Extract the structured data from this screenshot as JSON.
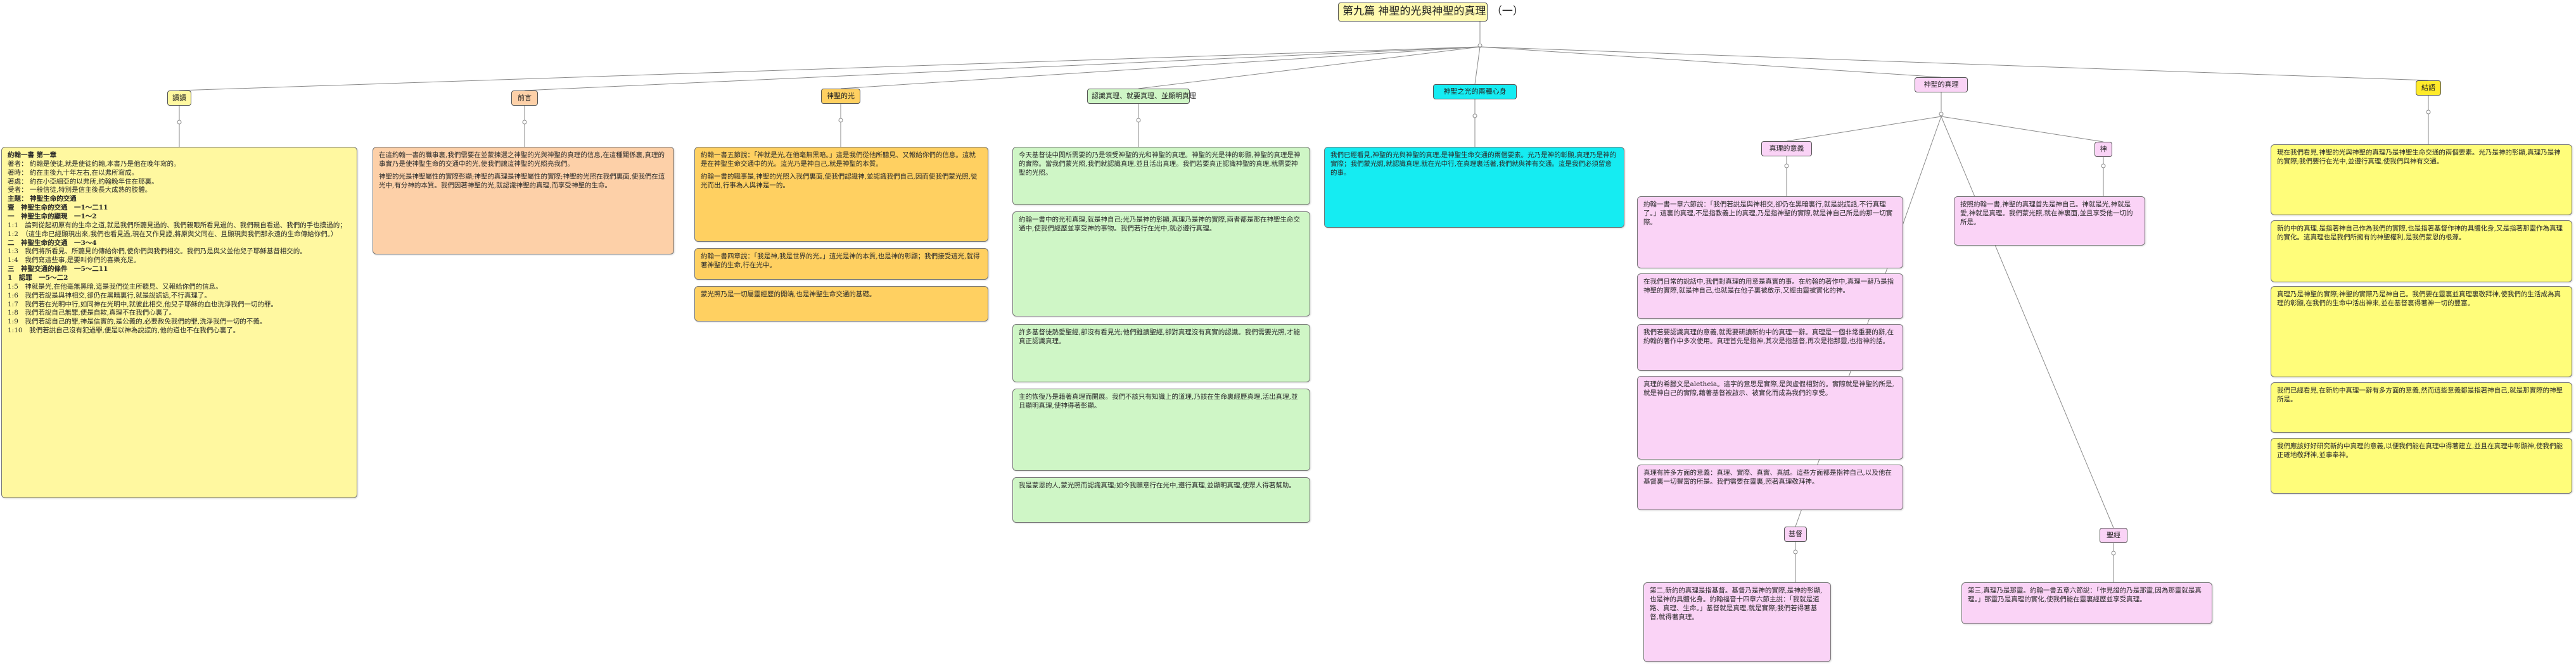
{
  "title": "第九篇 神聖的光與神聖的真理　（一）",
  "topics": [
    {
      "id": "t-yulai",
      "label": "讀讀"
    },
    {
      "id": "t-yanyan",
      "label": "前言"
    },
    {
      "id": "t-guang",
      "label": "神聖的光"
    },
    {
      "id": "t-jingguo",
      "label": "認識真理、就要真理、並顯明真理"
    },
    {
      "id": "t-yesu",
      "label": "神聖之光的兩種心身"
    },
    {
      "id": "t-zhenli",
      "label": "神聖的真理"
    },
    {
      "id": "t-jielun",
      "label": "結語"
    }
  ],
  "subtopics": {
    "zhenli_main": "真理的意義",
    "shen": "神",
    "jidu": "基督",
    "shengjing": "聖經"
  },
  "boxes": {
    "yulai": {
      "heading": "約翰一書 第一章",
      "lines": [
        "著者： 約翰是使徒,就是使徒約翰,本書乃是他在晚年寫的。",
        "著時： 約在主後九十年左右,在以弗所寫成。",
        "著處： 約在小亞細亞的以弗所,約翰晚年住在那裏。",
        "受者： 一般信徒,特別是信主後長大成熟的肢體。",
        "主題： 神聖生命的交通",
        "壹　神聖生命的交通　一1～二11",
        "一　神聖生命的顯現　一1～2",
        "1:1　論到從起初原有的生命之道,就是我們所聽見過的、我們親眼所看見過的、我們親自看過、我們的手也摸過的；",
        "1:2　（這生命已經顯現出來,我們也看見過,現在又作見證,將原與父同在、且顯現與我們那永遠的生命傳給你們。）",
        "二　神聖生命的交通　一3～4",
        "1:3　我們將所看見、所聽見的傳給你們,使你們與我們相交。我們乃是與父並他兒子耶穌基督相交的。",
        "1:4　我們寫這些事,是要叫你們的喜樂充足。",
        "三　神聖交通的條件　一5～二11",
        "1　認罪　一5～二2",
        "1:5　神就是光,在他毫無黑暗,這是我們從主所聽見、又報給你們的信息。",
        "1:6　我們若說是與神相交,卻仍在黑暗裏行,就是說謊話,不行真理了。",
        "1:7　我們若在光明中行,如同神在光明中,就彼此相交,他兒子耶穌的血也洗淨我們一切的罪。",
        "1:8　我們若說自己無罪,便是自欺,真理不在我們心裏了。",
        "1:9　我們若認自己的罪,神是信實的,是公義的,必要赦免我們的罪,洗淨我們一切的不義。",
        "1:10　我們若說自己沒有犯過罪,便是以神為說謊的,他的道也不在我們心裏了。"
      ]
    },
    "yanyan": [
      "在這約翰一書的職事裏,我們需要在並蒙揀選之神聖的光與神聖的真理的信息,在這種關係裏,真理的事實乃是使神聖生命的交通中的光,使我們讓這神聖的光照亮我們。",
      "神聖的光是神聖屬性的實際彰顯;神聖的真理是神聖屬性的實際;神聖的光照在我們裏面,使我們在這光中,有分神的本質。我們因著神聖的光,就認識神聖的真理,而享受神聖的生命。"
    ],
    "guang": [
      "約翰一書五節說：「神就是光,在他毫無黑暗。」這是我們從他所聽見、又報給你們的信息。這就是在神聖生命交通中的光。這光乃是神自己,就是神聖的本質。",
      "約翰一書的職事是,神聖的光照入我們裏面,使我們認識神,並認識我們自己,因而使我們蒙光照,從光而出,行事為人與神是一的。",
      "約翰一書四章說：「我是神,我是世界的光。」這光是神的本質,也是神的彰顯；我們接受這光,就得著神聖的生命,行在光中。",
      "蒙光照乃是一切屬靈經歷的開端,也是神聖生命交通的基礎。"
    ],
    "jingguo": [
      "今天基督徒中間所需要的乃是領受神聖的光和神聖的真理。神聖的光是神的彰顯,神聖的真理是神的實際。當我們蒙光照,我們就認識真理,並且活出真理。我們若要真正認識神聖的真理,就需要神聖的光照。",
      "約翰一書中的光和真理,就是神自己;光乃是神的彰顯,真理乃是神的實際,兩者都是那在神聖生命交通中,使我們經歷並享受神的事物。我們若行在光中,就必遵行真理。",
      "許多基督徒熱愛聖經,卻沒有看見光;他們雖讀聖經,卻對真理沒有真實的認識。我們需要光照,才能真正認識真理。",
      "主的恢復乃是藉著真理而開展。我們不該只有知識上的道理,乃該在生命裏經歷真理,活出真理,並且顯明真理,使神得著彰顯。",
      "我是蒙恩的人,蒙光照而認識真理;如今我願意行在光中,遵行真理,並顯明真理,使眾人得著幫助。"
    ],
    "yesu": [
      "我們已經看見,神聖的光與神聖的真理,是神聖生命交通的兩個要素。光乃是神的彰顯,真理乃是神的實際；我們蒙光照,就認識真理,就在光中行,在真理裏活著,我們就與神有交通。這是我們必須留意的事。"
    ],
    "zhenli_main": [
      "約翰一書一章六節說：「我們若說是與神相交,卻仍在黑暗裏行,就是說謊話,不行真理了。」這裏的真理,不是指教義上的真理,乃是指神聖的實際,就是神自己所是的那一切實際。",
      "在我們日常的說話中,我們對真理的用意是真實的事。在約翰的著作中,真理一辭乃是指神聖的實際,就是神自己,也就是在他子裏被啟示,又經由靈被實化的神。",
      "我們若要認識真理的意義,就需要研讀新約中的真理一辭。真理是一個非常重要的辭,在約翰的著作中多次使用。真理首先是指神,其次是指基督,再次是指那靈,也指神的話。",
      "真理的希臘文是aletheia。這字的意思是實際,是與虛假相對的。實際就是神聖的所是,就是神自己的實際,藉著基督被啟示、被實化而成為我們的享受。",
      "真理有許多方面的意義：真理、實際、真實、真誠。這些方面都是指神自己,以及他在基督裏一切豐富的所是。我們需要在靈裏,照著真理敬拜神。"
    ],
    "shen": [
      "按照約翰一書,神聖的真理首先是神自己。神就是光,神就是愛,神就是真理。我們蒙光照,就在神裏面,並且享受他一切的所是。"
    ],
    "jidu": [
      "第二,新約的真理是指基督。基督乃是神的實際,是神的彰顯,也是神的具體化身。約翰福音十四章六節主說：「我就是道路、真理、生命。」基督就是真理,就是實際;我們若得著基督,就得著真理。"
    ],
    "shengjing": [
      "第三,真理乃是那靈。約翰一書五章六節說：「作見證的乃是那靈,因為那靈就是真理。」那靈乃是真理的實化,使我們能在靈裏經歷並享受真理。"
    ],
    "jielun": [
      "現在我們看見,神聖的光與神聖的真理乃是神聖生命交通的兩個要素。光乃是神的彰顯,真理乃是神的實際;我們要行在光中,並遵行真理,使我們與神有交通。",
      "新約中的真理,是指著神自己作為我們的實際,也是指著基督作神的具體化身,又是指著那靈作為真理的實化。這真理也是我們所擁有的神聖權利,是我們蒙恩的根源。",
      "真理乃是神聖的實際;神聖的實際乃是神自己。我們要在靈裏並真理裏敬拜神,使我們的生活成為真理的彰顯,在我們的生命中活出神來,並在基督裏得著神一切的豐富。",
      "我們已經看見,在新約中真理一辭有多方面的意義,然而這些意義都是指著神自己,就是那實際的神聖所是。",
      "我們應該好好研究新約中真理的意義,以便我們能在真理中得著建立,並且在真理中彰顯神,使我們能正確地敬拜神,並事奉神。"
    ]
  },
  "colors": {
    "root": "#fff9b0",
    "yulai": "#fff8a0",
    "yanyan": "#fdd0a8",
    "guang": "#ffd061",
    "jingguo": "#cff6c6",
    "yesu": "#15ecf2",
    "zhenli": "#fad3f6",
    "jielun": "#ffea2a",
    "line": "#8a8a8a"
  }
}
